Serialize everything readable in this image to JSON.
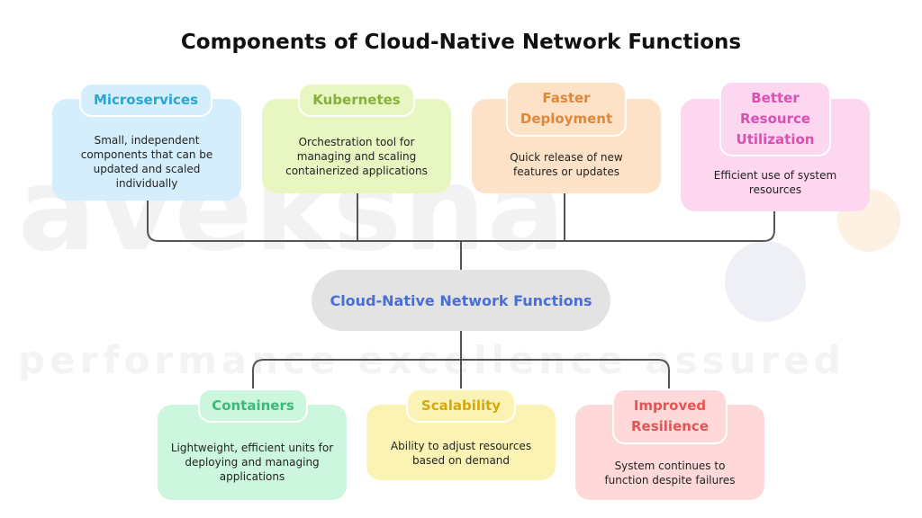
{
  "title": "Components of Cloud-Native Network Functions",
  "watermark": {
    "brand": "aveksha",
    "tagline": "performance excellence assured"
  },
  "center": {
    "label": "Cloud-Native Network Functions"
  },
  "components": [
    {
      "title": "Microservices",
      "description": "Small, independent components that can be updated and scaled individually",
      "color": "#2aa6d6",
      "fill": "#d4eefb"
    },
    {
      "title": "Kubernetes",
      "description": "Orchestration tool for managing and scaling containerized applications",
      "color": "#86b03a",
      "fill": "#e8f6c2"
    },
    {
      "title": "Faster Deployment",
      "description": "Quick release of new features or updates",
      "color": "#e0883a",
      "fill": "#fde2c7"
    },
    {
      "title": "Better Resource Utilization",
      "description": "Efficient use of system resources",
      "color": "#d94fb2",
      "fill": "#fdd6ef"
    },
    {
      "title": "Containers",
      "description": "Lightweight, efficient units for deploying and managing applications",
      "color": "#3cb878",
      "fill": "#cdf6df"
    },
    {
      "title": "Scalability",
      "description": "Ability to adjust resources based on demand",
      "color": "#d2a812",
      "fill": "#fbf3b4"
    },
    {
      "title": "Improved Resilience",
      "description": "System continues to function despite failures",
      "color": "#e05555",
      "fill": "#ffd9d9"
    }
  ]
}
